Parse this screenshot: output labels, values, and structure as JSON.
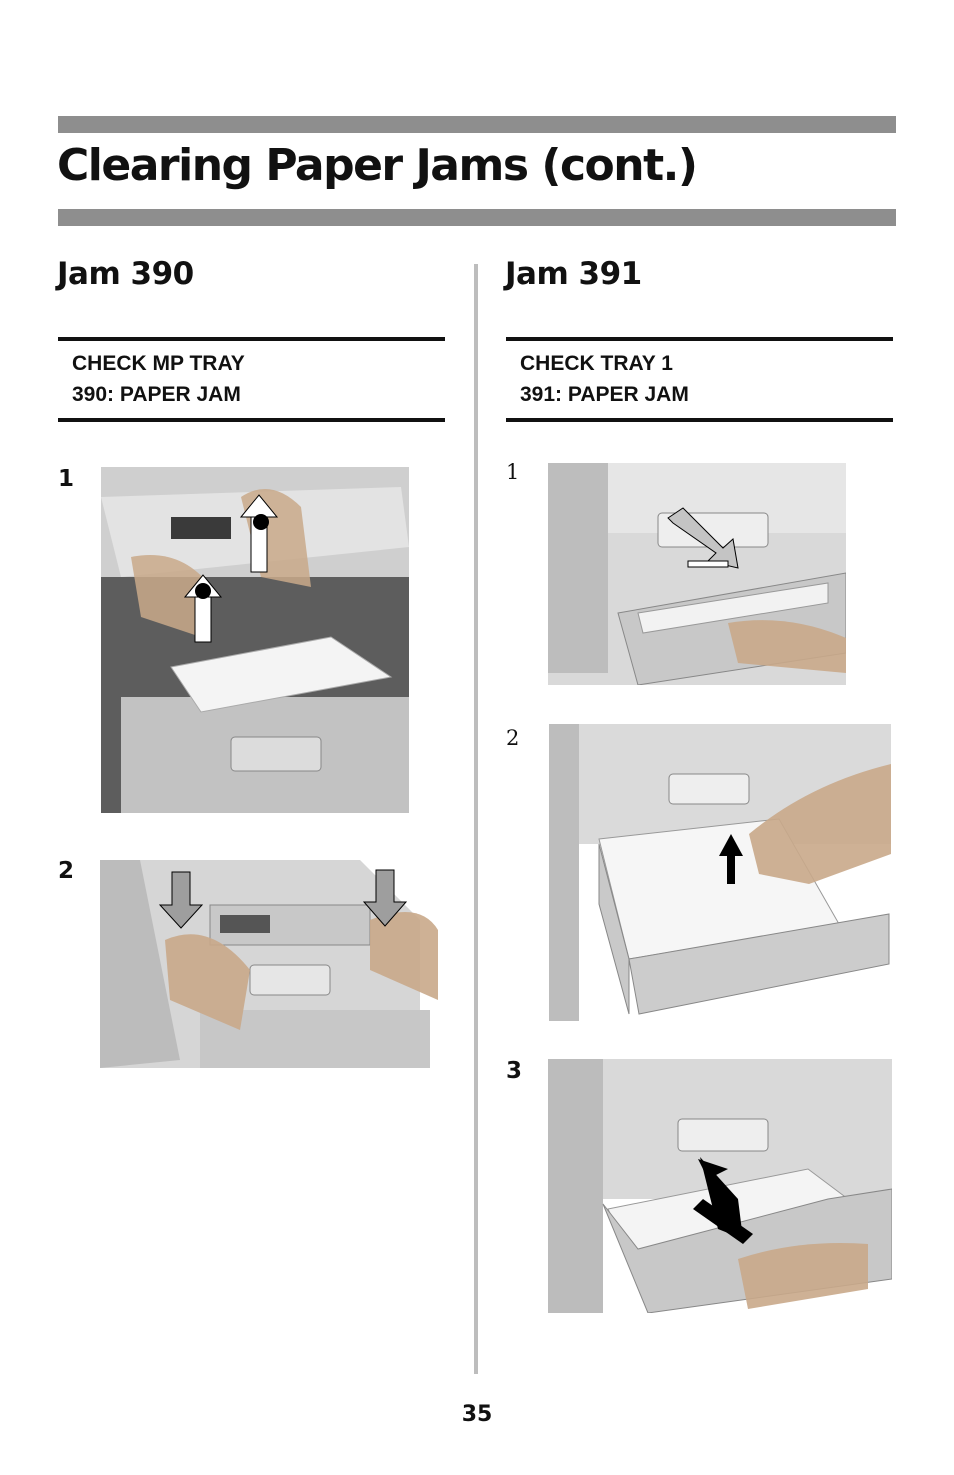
{
  "page": {
    "title": "Clearing Paper Jams (cont.)",
    "page_number": "35"
  },
  "left_column": {
    "heading": "Jam 390",
    "message_line1": "CHECK MP TRAY",
    "message_line2": "390: PAPER JAM",
    "steps": [
      {
        "number": "1",
        "photo": "printer-top-open-with-paper-jam"
      },
      {
        "number": "2",
        "photo": "hands-pressing-printer-top-cover"
      }
    ]
  },
  "right_column": {
    "heading": "Jam 391",
    "message_line1": "CHECK TRAY 1",
    "message_line2": "391: PAPER JAM",
    "steps": [
      {
        "number": "1",
        "photo": "pulling-out-tray-1"
      },
      {
        "number": "2",
        "photo": "removing-paper-from-tray"
      },
      {
        "number": "3",
        "photo": "pushing-tray-back-in"
      }
    ]
  }
}
